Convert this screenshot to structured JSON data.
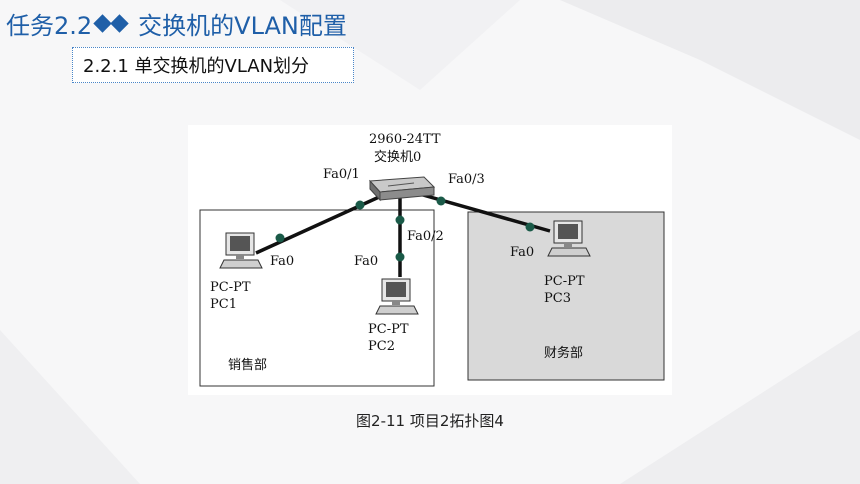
{
  "slide": {
    "title_prefix": "任务2.2",
    "title_text": "交换机的VLAN配置",
    "subtitle": "2.2.1 单交换机的VLAN划分",
    "caption": "图2-11 项目2拓扑图4"
  },
  "diagram": {
    "switch_model": "2960-24TT",
    "switch_name": "交换机0",
    "port_pc1": "Fa0/1",
    "port_pc2": "Fa0/2",
    "port_pc3": "Fa0/3",
    "pc1_if": "Fa0",
    "pc2_if": "Fa0",
    "pc3_if": "Fa0",
    "pc1_type": "PC-PT",
    "pc1_name": "PC1",
    "pc2_type": "PC-PT",
    "pc2_name": "PC2",
    "pc3_type": "PC-PT",
    "pc3_name": "PC3",
    "dept_sales": "销售部",
    "dept_finance": "财务部"
  },
  "colors": {
    "title": "#1f5fa8",
    "dotted_border": "#4a86c8",
    "finance_fill": "#d9d9d9"
  }
}
